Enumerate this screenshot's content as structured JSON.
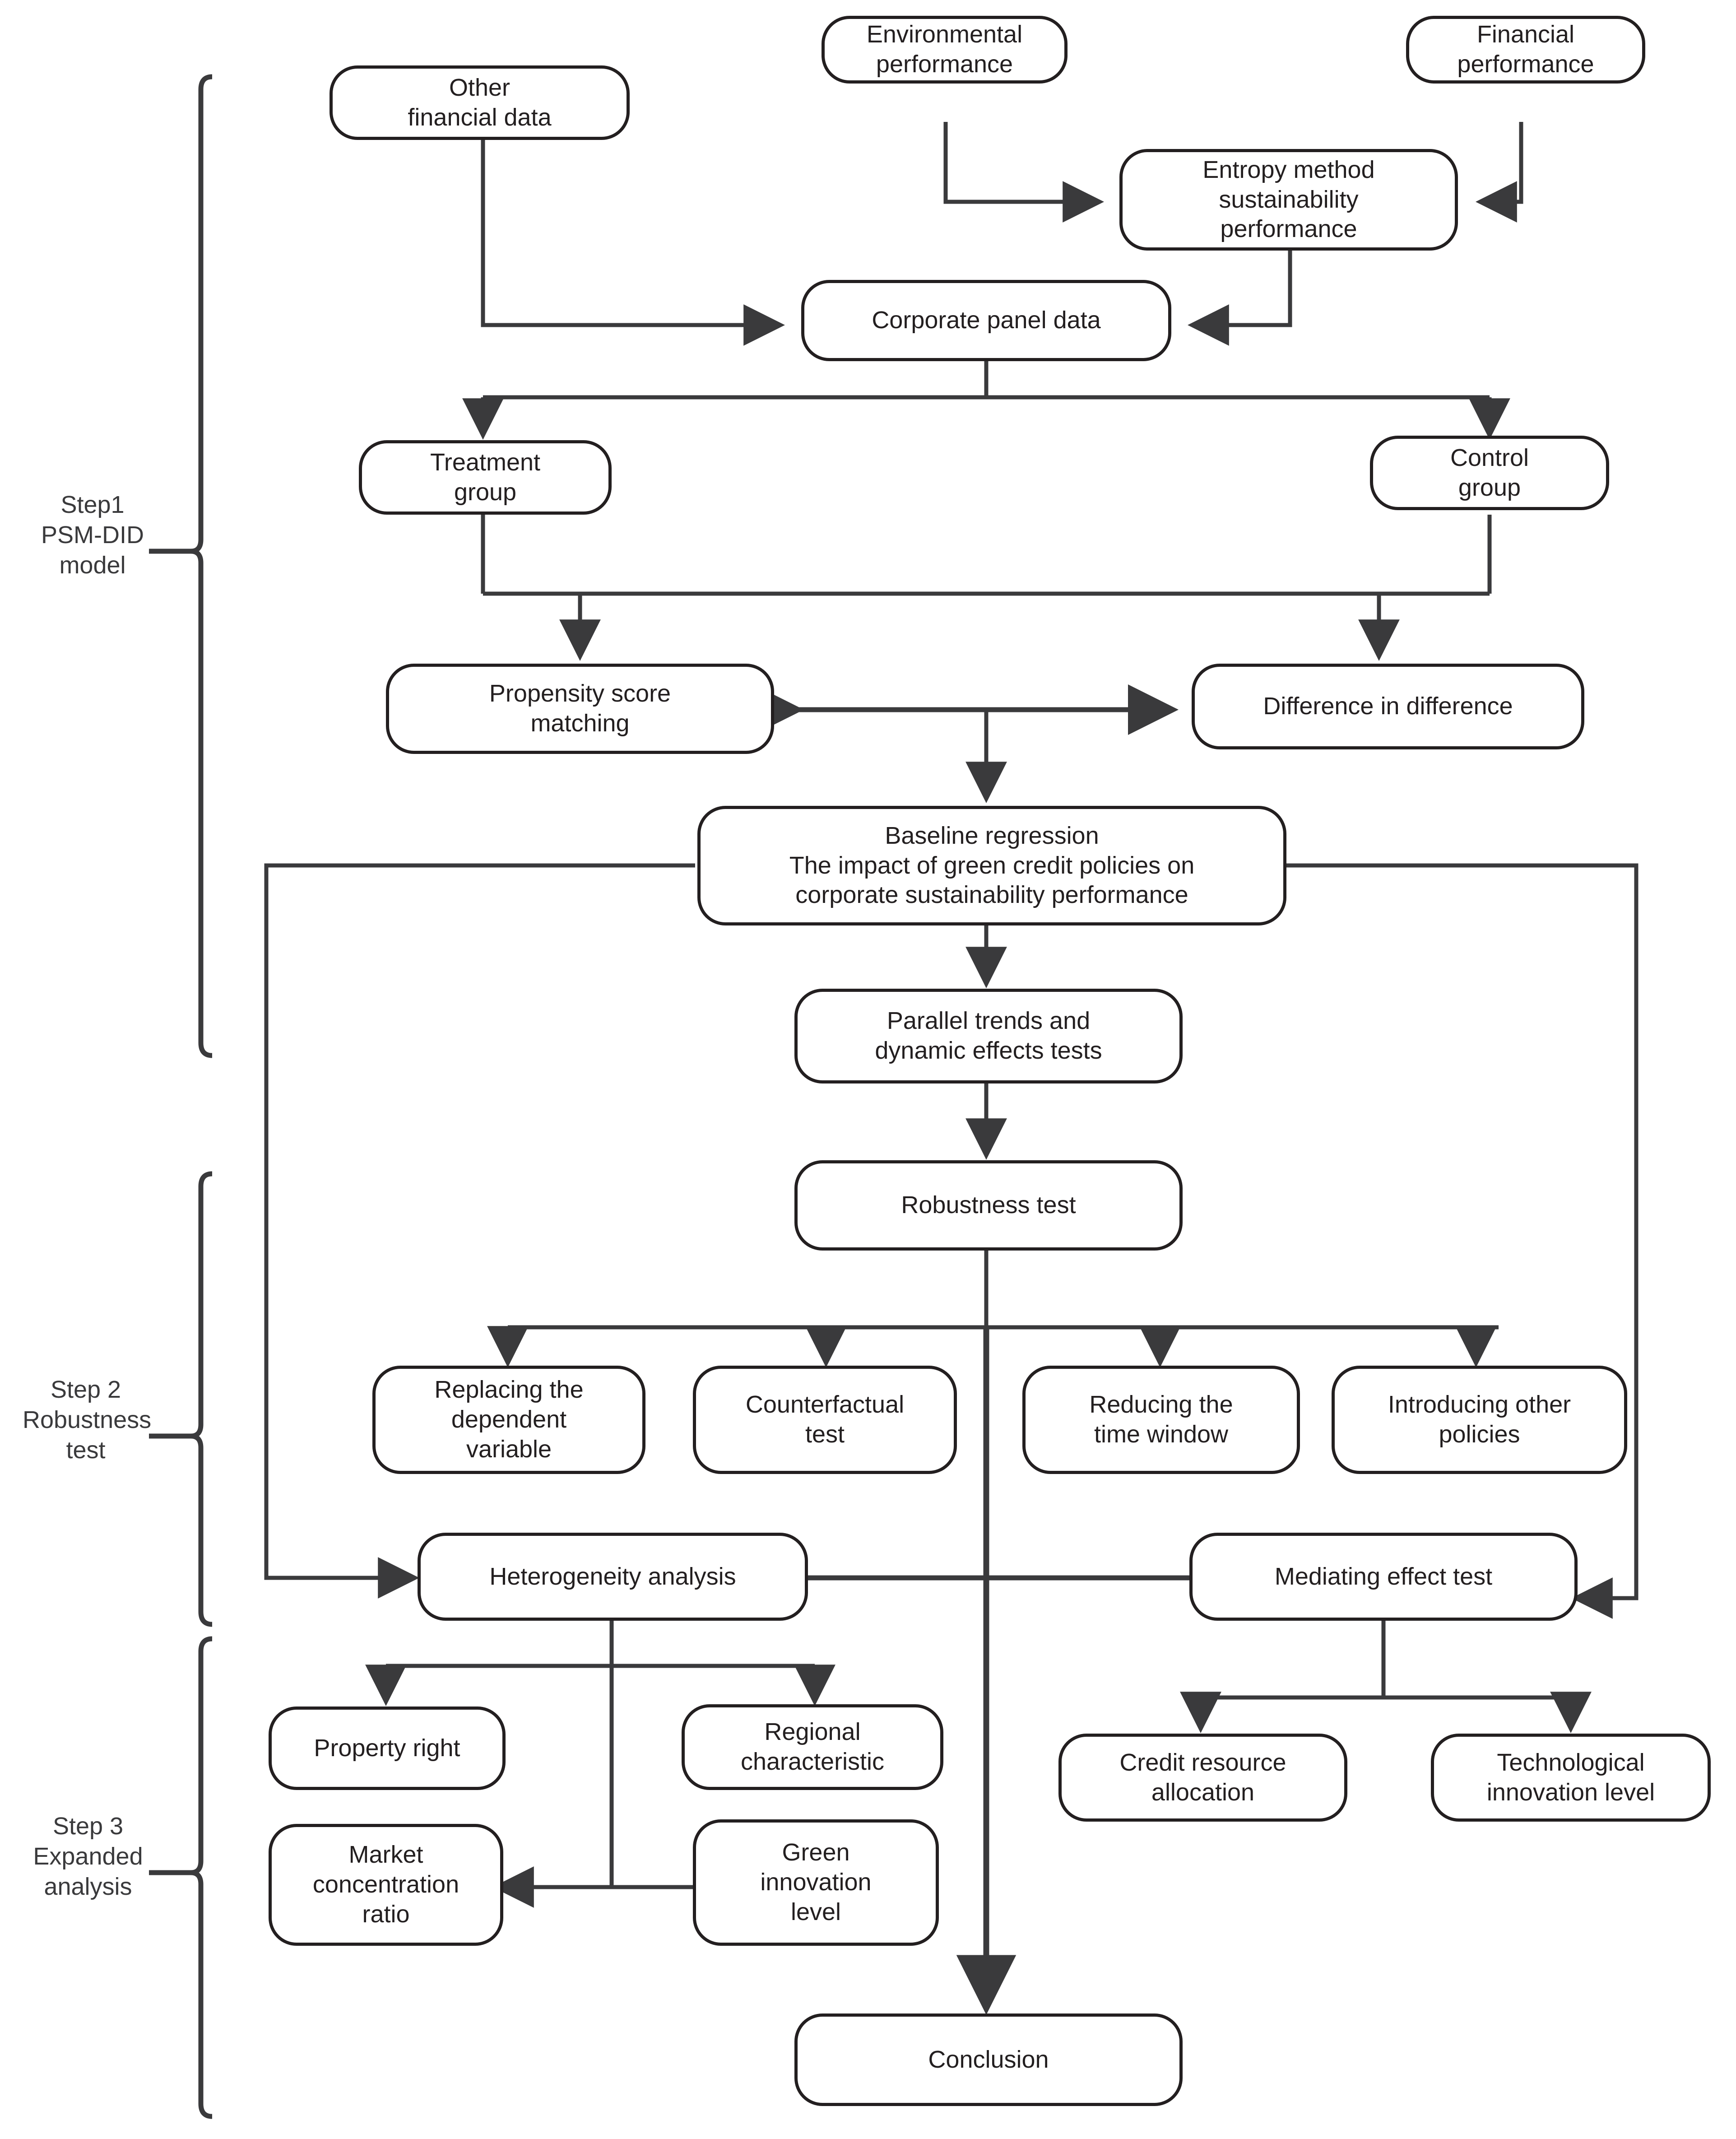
{
  "diagram": {
    "title": "Research framework flowchart: PSM-DID analysis of green credit policies",
    "colors": {
      "stroke": "#231f20",
      "text": "#231f20",
      "label_text": "#3a3a3c",
      "background": "#ffffff"
    }
  },
  "step_labels": [
    {
      "id": "step1",
      "text": "Step1\nPSM-DID\nmodel"
    },
    {
      "id": "step2",
      "text": "Step 2\nRobustness\ntest"
    },
    {
      "id": "step3",
      "text": "Step 3\nExpanded\nanalysis"
    }
  ],
  "nodes": [
    {
      "id": "other-financial-data",
      "label": "Other\nfinancial data"
    },
    {
      "id": "environmental-performance",
      "label": "Environmental\nperformance"
    },
    {
      "id": "financial-performance",
      "label": "Financial\nperformance"
    },
    {
      "id": "entropy-method",
      "label": "Entropy method\nsustainability\nperformance"
    },
    {
      "id": "corporate-panel-data",
      "label": "Corporate panel data"
    },
    {
      "id": "treatment-group",
      "label": "Treatment\ngroup"
    },
    {
      "id": "control-group",
      "label": "Control\ngroup"
    },
    {
      "id": "propensity-score-matching",
      "label": "Propensity score\nmatching"
    },
    {
      "id": "difference-in-difference",
      "label": "Difference in difference"
    },
    {
      "id": "baseline-regression",
      "label": "Baseline regression\nThe impact of green credit policies on\ncorporate sustainability performance"
    },
    {
      "id": "parallel-trends",
      "label": "Parallel trends and\ndynamic effects tests"
    },
    {
      "id": "robustness-test",
      "label": "Robustness test"
    },
    {
      "id": "replacing-dependent-variable",
      "label": "Replacing the\ndependent\nvariable"
    },
    {
      "id": "counterfactual-test",
      "label": "Counterfactual\ntest"
    },
    {
      "id": "reducing-time-window",
      "label": "Reducing the\ntime window"
    },
    {
      "id": "introducing-other-policies",
      "label": "Introducing other\npolicies"
    },
    {
      "id": "heterogeneity-analysis",
      "label": "Heterogeneity analysis"
    },
    {
      "id": "mediating-effect-test",
      "label": "Mediating effect test"
    },
    {
      "id": "property-right",
      "label": "Property right"
    },
    {
      "id": "regional-characteristic",
      "label": "Regional\ncharacteristic"
    },
    {
      "id": "market-concentration-ratio",
      "label": "Market\nconcentration\nratio"
    },
    {
      "id": "green-innovation-level",
      "label": "Green\ninnovation\nlevel"
    },
    {
      "id": "credit-resource-allocation",
      "label": "Credit resource\nallocation"
    },
    {
      "id": "technological-innovation-level",
      "label": "Technological\ninnovation level"
    },
    {
      "id": "conclusion",
      "label": "Conclusion"
    }
  ],
  "edges": [
    {
      "from": "environmental-performance",
      "to": "entropy-method",
      "arrow": true
    },
    {
      "from": "financial-performance",
      "to": "entropy-method",
      "arrow": true
    },
    {
      "from": "entropy-method",
      "to": "corporate-panel-data",
      "arrow": true
    },
    {
      "from": "other-financial-data",
      "to": "corporate-panel-data",
      "arrow": true
    },
    {
      "from": "corporate-panel-data",
      "to": "treatment-group",
      "arrow": true
    },
    {
      "from": "corporate-panel-data",
      "to": "control-group",
      "arrow": true
    },
    {
      "from": "treatment-group",
      "to": "propensity-score-matching",
      "arrow": true
    },
    {
      "from": "control-group",
      "to": "difference-in-difference",
      "arrow": true
    },
    {
      "from": "propensity-score-matching",
      "to": "difference-in-difference",
      "arrow": "both"
    },
    {
      "from": "psm-did-junction",
      "to": "baseline-regression",
      "arrow": true
    },
    {
      "from": "baseline-regression",
      "to": "parallel-trends",
      "arrow": true
    },
    {
      "from": "parallel-trends",
      "to": "robustness-test",
      "arrow": true
    },
    {
      "from": "robustness-test",
      "to": "replacing-dependent-variable",
      "arrow": true
    },
    {
      "from": "robustness-test",
      "to": "counterfactual-test",
      "arrow": true
    },
    {
      "from": "robustness-test",
      "to": "reducing-time-window",
      "arrow": true
    },
    {
      "from": "robustness-test",
      "to": "introducing-other-policies",
      "arrow": true
    },
    {
      "from": "robustness-test",
      "to": "conclusion",
      "arrow": true
    },
    {
      "from": "baseline-regression",
      "to": "heterogeneity-analysis",
      "arrow": true
    },
    {
      "from": "baseline-regression",
      "to": "mediating-effect-test",
      "arrow": true
    },
    {
      "from": "heterogeneity-analysis",
      "to": "property-right",
      "arrow": true
    },
    {
      "from": "heterogeneity-analysis",
      "to": "regional-characteristic",
      "arrow": true
    },
    {
      "from": "heterogeneity-analysis",
      "to": "market-concentration-ratio",
      "arrow": true
    },
    {
      "from": "heterogeneity-analysis",
      "to": "green-innovation-level",
      "arrow": true
    },
    {
      "from": "mediating-effect-test",
      "to": "credit-resource-allocation",
      "arrow": true
    },
    {
      "from": "mediating-effect-test",
      "to": "technological-innovation-level",
      "arrow": true
    }
  ]
}
